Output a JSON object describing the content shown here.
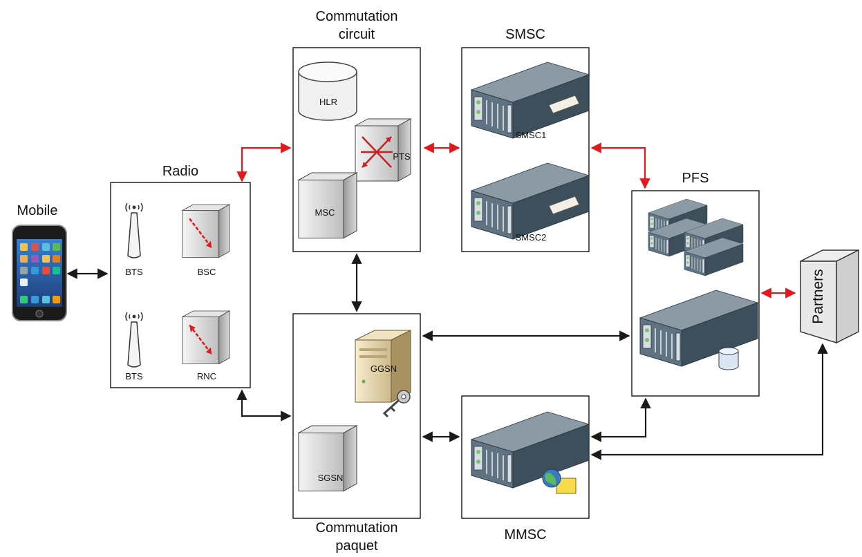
{
  "labels": {
    "mobile": "Mobile",
    "radio": "Radio",
    "circuit_line1": "Commutation",
    "circuit_line2": "circuit",
    "smsc": "SMSC",
    "pfs": "PFS",
    "packet_line1": "Commutation",
    "packet_line2": "paquet",
    "mmsc": "MMSC",
    "partners": "Partners"
  },
  "nodes": {
    "bts1": "BTS",
    "bsc": "BSC",
    "bts2": "BTS",
    "rnc": "RNC",
    "hlr": "HLR",
    "pts": "PTS",
    "msc": "MSC",
    "smsc1": "SMSC1",
    "smsc2": "SMSC2",
    "ggsn": "GGSN",
    "sgsn": "SGSN"
  },
  "colors": {
    "line_black": "#1a1a1a",
    "line_red": "#e0191f",
    "server_front": "#5f7383",
    "server_top": "#8c9aa6",
    "server_side": "#3e4f5c",
    "box_border": "#222222"
  },
  "icons": [
    "phone-icon",
    "antenna-icon",
    "switch-cube-icon",
    "database-cylinder-icon",
    "router-cube-icon",
    "server-rack-icon",
    "tower-server-icon",
    "key-icon",
    "globe-icon",
    "storage-cylinder-icon"
  ]
}
